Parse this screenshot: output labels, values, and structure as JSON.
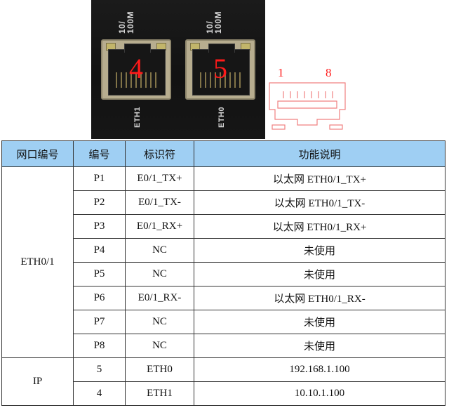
{
  "photo": {
    "port_left": {
      "speed_label": "10/\n100M",
      "number": "4",
      "name_label": "ETH1"
    },
    "port_right": {
      "speed_label": "10/\n100M",
      "number": "5",
      "name_label": "ETH0"
    }
  },
  "diagram": {
    "pin_first": "1",
    "pin_last": "8"
  },
  "table": {
    "headers": [
      "网口编号",
      "编号",
      "标识符",
      "功能说明"
    ],
    "groups": [
      {
        "name": "ETH0/1",
        "rows": [
          {
            "no": "P1",
            "id": "E0/1_TX+",
            "desc": "以太网 ETH0/1_TX+"
          },
          {
            "no": "P2",
            "id": "E0/1_TX-",
            "desc": "以太网 ETH0/1_TX-"
          },
          {
            "no": "P3",
            "id": "E0/1_RX+",
            "desc": "以太网 ETH0/1_RX+"
          },
          {
            "no": "P4",
            "id": "NC",
            "desc": "未使用"
          },
          {
            "no": "P5",
            "id": "NC",
            "desc": "未使用"
          },
          {
            "no": "P6",
            "id": "E0/1_RX-",
            "desc": "以太网 ETH0/1_RX-"
          },
          {
            "no": "P7",
            "id": "NC",
            "desc": "未使用"
          },
          {
            "no": "P8",
            "id": "NC",
            "desc": "未使用"
          }
        ]
      },
      {
        "name": "IP",
        "rows": [
          {
            "no": "5",
            "id": "ETH0",
            "desc": "192.168.1.100"
          },
          {
            "no": "4",
            "id": "ETH1",
            "desc": "10.10.1.100"
          }
        ]
      }
    ]
  },
  "colors": {
    "header_bg": "#9fcff3",
    "port_number": "#ff1a1a",
    "diagram_line": "#f08080"
  }
}
